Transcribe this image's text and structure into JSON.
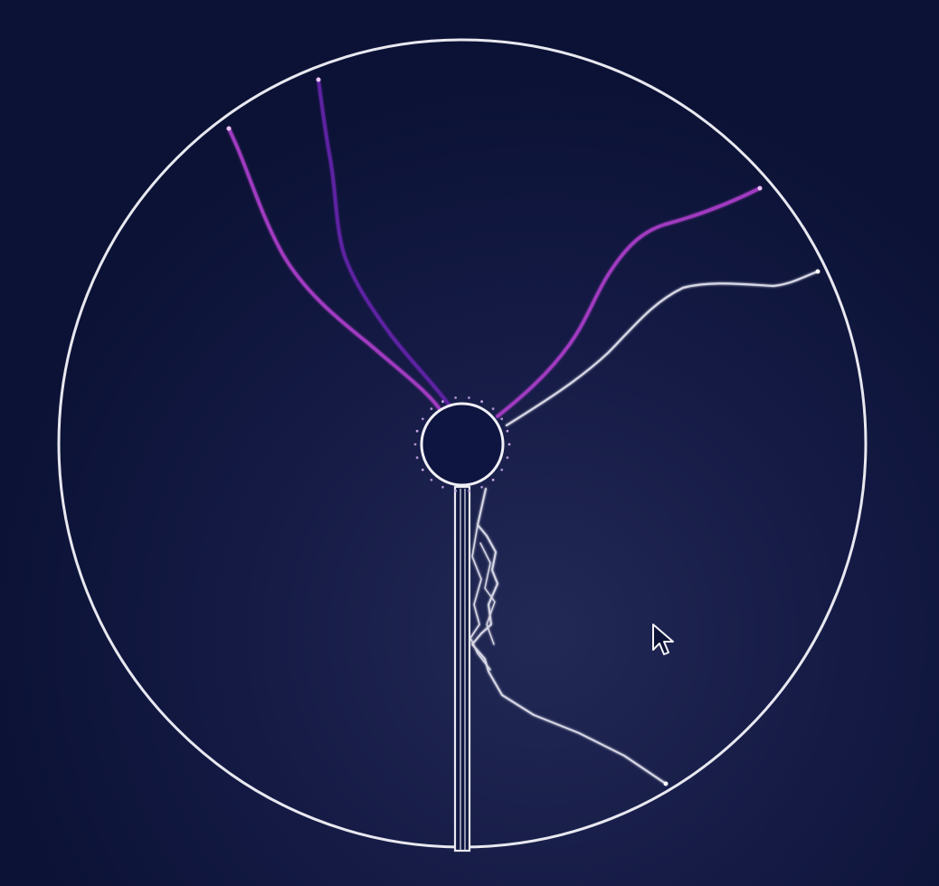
{
  "scene": {
    "name": "plasma-globe",
    "background_color": "#0b1235",
    "glow_color": "#222955",
    "outline_color": "#e8e8f0",
    "arc_colors": {
      "magenta": "#a13ac1",
      "violet": "#5f24a4",
      "white": "#d8d8e6"
    },
    "arcs": [
      {
        "id": "arc-magenta-top-left",
        "color": "magenta"
      },
      {
        "id": "arc-violet-top",
        "color": "violet"
      },
      {
        "id": "arc-magenta-top-right",
        "color": "magenta"
      },
      {
        "id": "arc-white-right",
        "color": "white"
      },
      {
        "id": "arc-white-lower-right",
        "color": "white"
      }
    ],
    "cursor": {
      "icon": "mouse-pointer-icon"
    }
  }
}
